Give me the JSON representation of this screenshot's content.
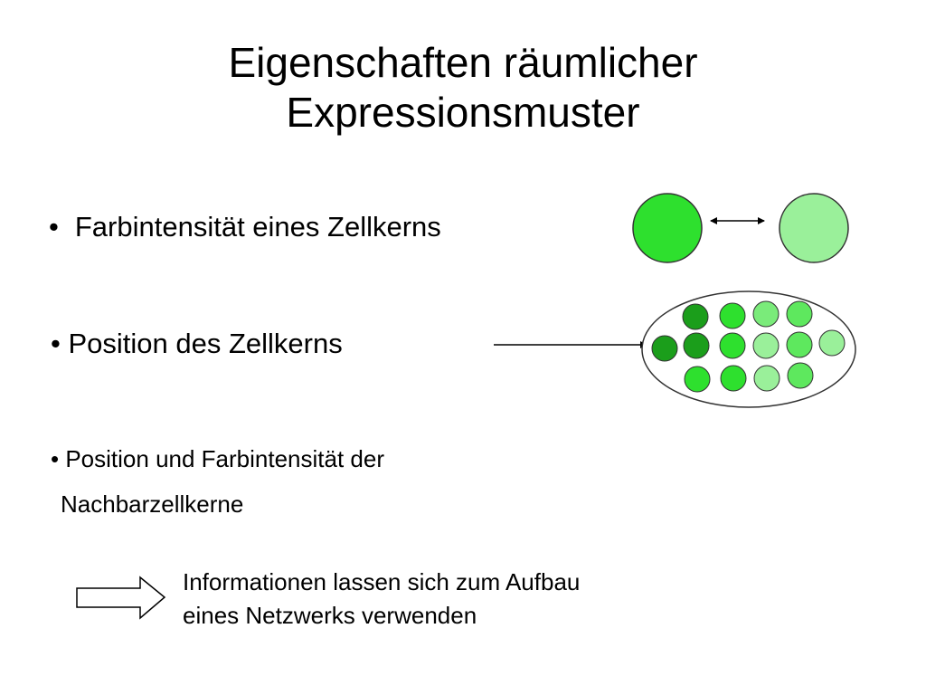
{
  "slide": {
    "title_line1": "Eigenschaften räumlicher",
    "title_line2": "Expressionsmuster",
    "bullets": [
      {
        "marker": "•",
        "text": "Farbintensität eines Zellkerns"
      },
      {
        "marker": "•",
        "text": "Position des Zellkerns"
      },
      {
        "marker": "•",
        "text_line1": "Position und Farbintensität der",
        "text_line2": "Nachbarzellkerne"
      }
    ],
    "conclusion": {
      "line1": "Informationen lassen sich zum Aufbau",
      "line2": "eines Netzwerks verwenden"
    }
  },
  "colors": {
    "text": "#000000",
    "dark_green": "#1b9e1b",
    "bright_green": "#2ee02e",
    "medium_green": "#5ee85e",
    "light_green": "#9af09a",
    "outline": "#333333"
  }
}
